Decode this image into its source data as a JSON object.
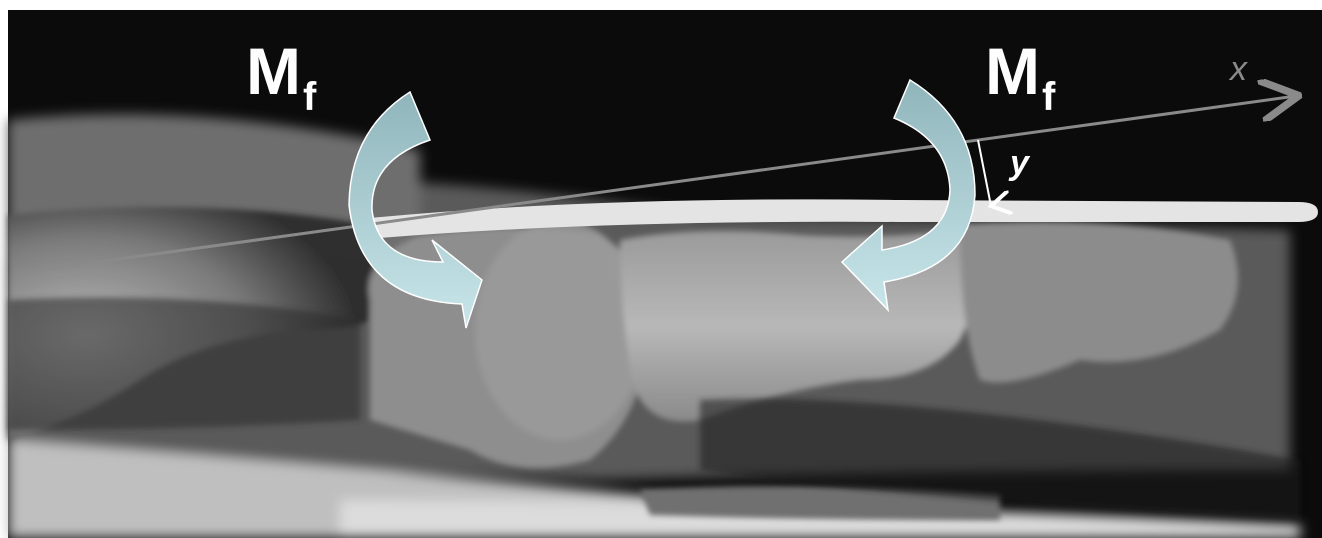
{
  "labels": {
    "moment_left": {
      "main": "M",
      "sub": "f"
    },
    "moment_right": {
      "main": "M",
      "sub": "f"
    },
    "axis_x": "x",
    "axis_y": "y"
  },
  "colors": {
    "arrow_fill": "#9fc4c9",
    "arrow_fill_light": "#cbe8ec",
    "axis_line": "#8a8a8a",
    "xray_bg": "#0b0b0b",
    "wire": "#e4e4e4"
  },
  "icons": [
    "curved-arrow-clockwise",
    "curved-arrow-counterclockwise"
  ]
}
